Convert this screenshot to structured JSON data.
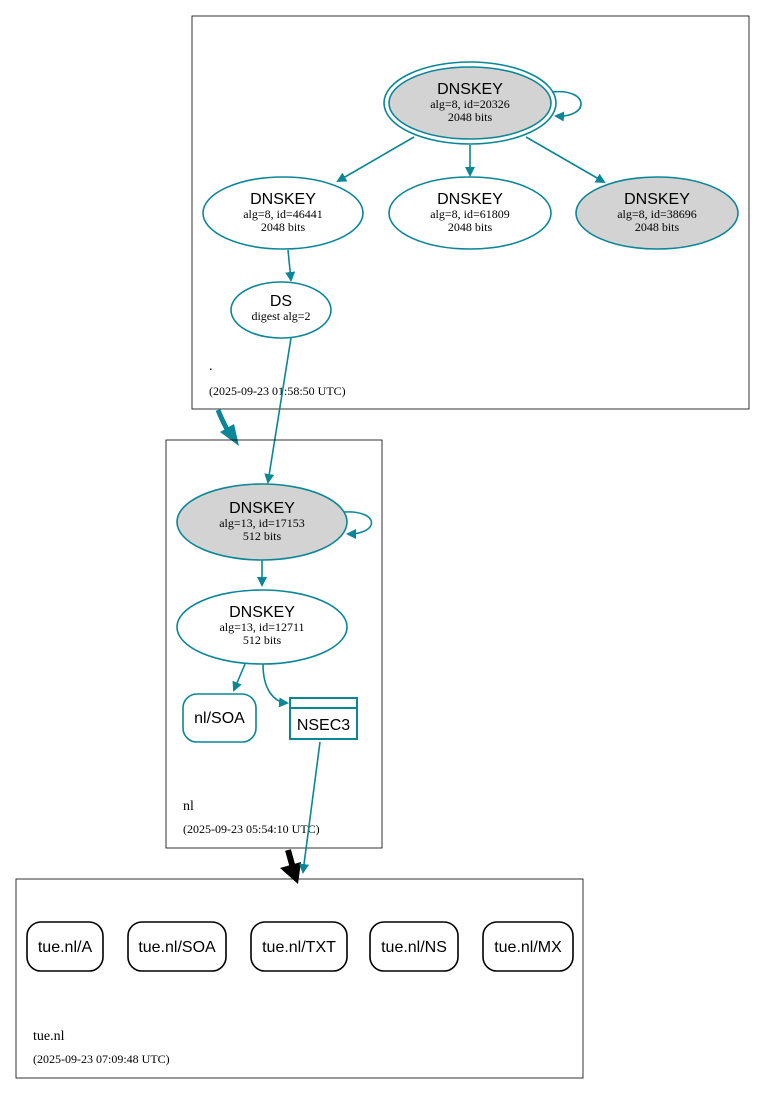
{
  "colors": {
    "edge": "#0a8696",
    "fill_gray": "#d3d3d3",
    "black": "#000000"
  },
  "zones": {
    "root": {
      "name": ".",
      "timestamp": "(2025-09-23 01:58:50 UTC)",
      "ksk": {
        "title": "DNSKEY",
        "line1": "alg=8, id=20326",
        "line2": "2048 bits"
      },
      "zsk1": {
        "title": "DNSKEY",
        "line1": "alg=8, id=46441",
        "line2": "2048 bits"
      },
      "zsk2": {
        "title": "DNSKEY",
        "line1": "alg=8, id=61809",
        "line2": "2048 bits"
      },
      "zsk3": {
        "title": "DNSKEY",
        "line1": "alg=8, id=38696",
        "line2": "2048 bits"
      },
      "ds": {
        "title": "DS",
        "line1": "digest alg=2"
      }
    },
    "nl": {
      "name": "nl",
      "timestamp": "(2025-09-23 05:54:10 UTC)",
      "ksk": {
        "title": "DNSKEY",
        "line1": "alg=13, id=17153",
        "line2": "512 bits"
      },
      "zsk": {
        "title": "DNSKEY",
        "line1": "alg=13, id=12711",
        "line2": "512 bits"
      },
      "soa": "nl/SOA",
      "nsec3": "NSEC3"
    },
    "tue": {
      "name": "tue.nl",
      "timestamp": "(2025-09-23 07:09:48 UTC)",
      "records": [
        "tue.nl/A",
        "tue.nl/SOA",
        "tue.nl/TXT",
        "tue.nl/NS",
        "tue.nl/MX"
      ]
    }
  }
}
